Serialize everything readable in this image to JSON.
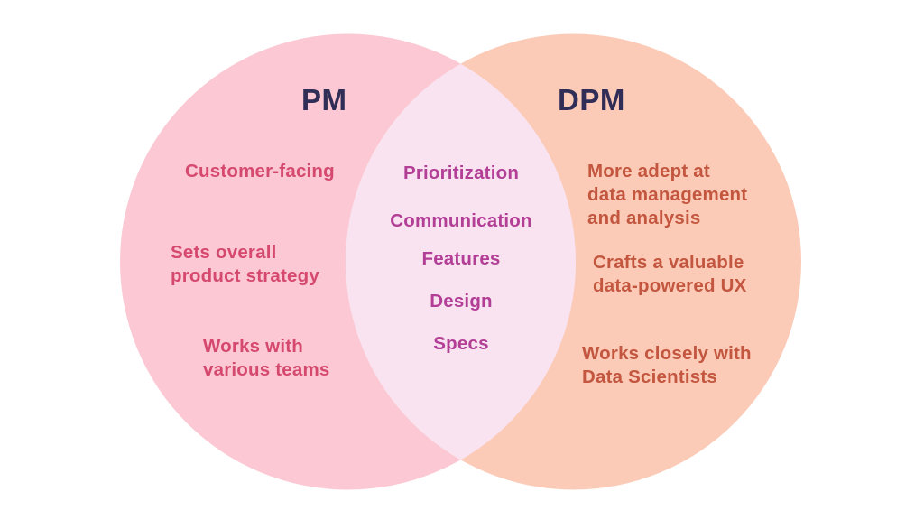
{
  "diagram": {
    "type": "venn",
    "left": {
      "title": "PM",
      "items": [
        "Customer-facing",
        "Sets overall\nproduct strategy",
        "Works with\nvarious teams"
      ]
    },
    "right": {
      "title": "DPM",
      "items": [
        "More adept at\ndata management\nand analysis",
        "Crafts a valuable\ndata-powered UX",
        "Works closely with\nData Scientists"
      ]
    },
    "intersection": {
      "items": [
        "Prioritization",
        "Communication",
        "Features",
        "Design",
        "Specs"
      ]
    },
    "colors": {
      "left_circle": "#FBC8D3",
      "right_circle": "#FBCBB8",
      "intersection": "#F9E3F0",
      "title_text": "#302D56",
      "left_text": "#D5496F",
      "center_text": "#B23E96",
      "right_text": "#C3563F",
      "background": "#FFFFFF"
    }
  }
}
